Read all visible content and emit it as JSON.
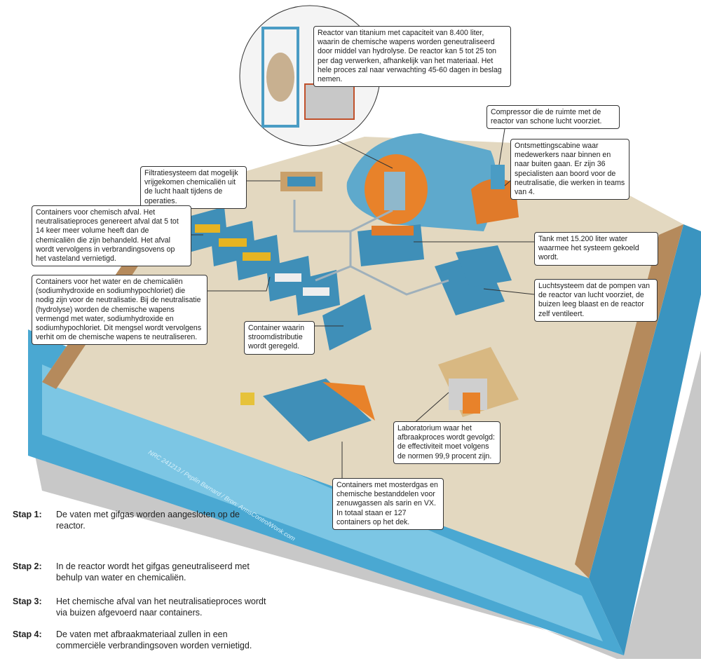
{
  "callouts": {
    "reactor": "Reactor van titanium met capaciteit van 8.400 liter, waarin de chemische wapens worden geneutraliseerd door middel van hydrolyse. De reactor kan 5 tot 25 ton per dag verwerken, afhankelijk van het materiaal. Het hele proces zal naar verwachting 45-60 dagen in beslag nemen.",
    "compressor": "Compressor die de ruimte met de reactor van schone lucht voorziet.",
    "ontsmetting": "Ontsmettingscabine waar medewerkers naar binnen en naar buiten gaan. Er zijn 36 specialisten aan boord voor de neutralisatie, die werken in teams van 4.",
    "filtratie": "Filtratiesysteem dat mogelijk vrijgekomen chemicaliën uit de lucht haalt tijdens de operaties.",
    "afval": "Containers voor chemisch afval. Het neutralisatieproces genereert afval dat 5 tot 14 keer meer volume heeft dan de chemicaliën die zijn behandeld. Het afval wordt vervolgens in verbrandingsovens op het vasteland vernietigd.",
    "water": "Containers voor het water en de chemicaliën (sodiumhydroxide en sodiumhypochloriet) die nodig zijn voor de neutralisatie. Bij de neutralisatie (hydrolyse) worden de chemische wapens vermengd met water, sodiumhydroxide en sodiumhypochloriet. Dit mengsel wordt vervolgens verhit om de chemische wapens te neutraliseren.",
    "tank": "Tank met 15.200 liter water waarmee het systeem gekoeld wordt.",
    "lucht": "Luchtsysteem dat de pompen van de reactor van lucht voorziet, de buizen leeg blaast en de reactor zelf ventileert.",
    "stroom": "Container waarin stroomdistributie wordt geregeld.",
    "lab": "Laboratorium waar het afbraakproces wordt gevolgd: de effectiviteit moet volgens de normen 99,9 procent zijn.",
    "mosterdgas": "Containers met mosterdgas en chemische bestanddelen voor zenuwgassen als sarin en VX. In totaal staan er 127 containers op het dek."
  },
  "credit": "NRC 241213 / Peplin Barnard / Bron: ArmsControlWonk.com",
  "steps": [
    {
      "label": "Stap 1:",
      "text": "De vaten met gifgas worden aangesloten op de reactor."
    },
    {
      "label": "Stap 2:",
      "text": "In de reactor wordt het gifgas geneutraliseerd met behulp van water en chemicaliën."
    },
    {
      "label": "Stap 3:",
      "text": "Het chemische afval van het neutralisatieproces wordt via buizen afgevoerd naar containers."
    },
    {
      "label": "Stap 4:",
      "text": "De vaten met afbraakmateriaal zullen in een commerciële verbrandingsoven worden vernietigd."
    }
  ],
  "colors": {
    "hull": "#5ab4d6",
    "deck": "#e3d8c0",
    "container": "#3f8fb8",
    "orange": "#e8822a"
  }
}
